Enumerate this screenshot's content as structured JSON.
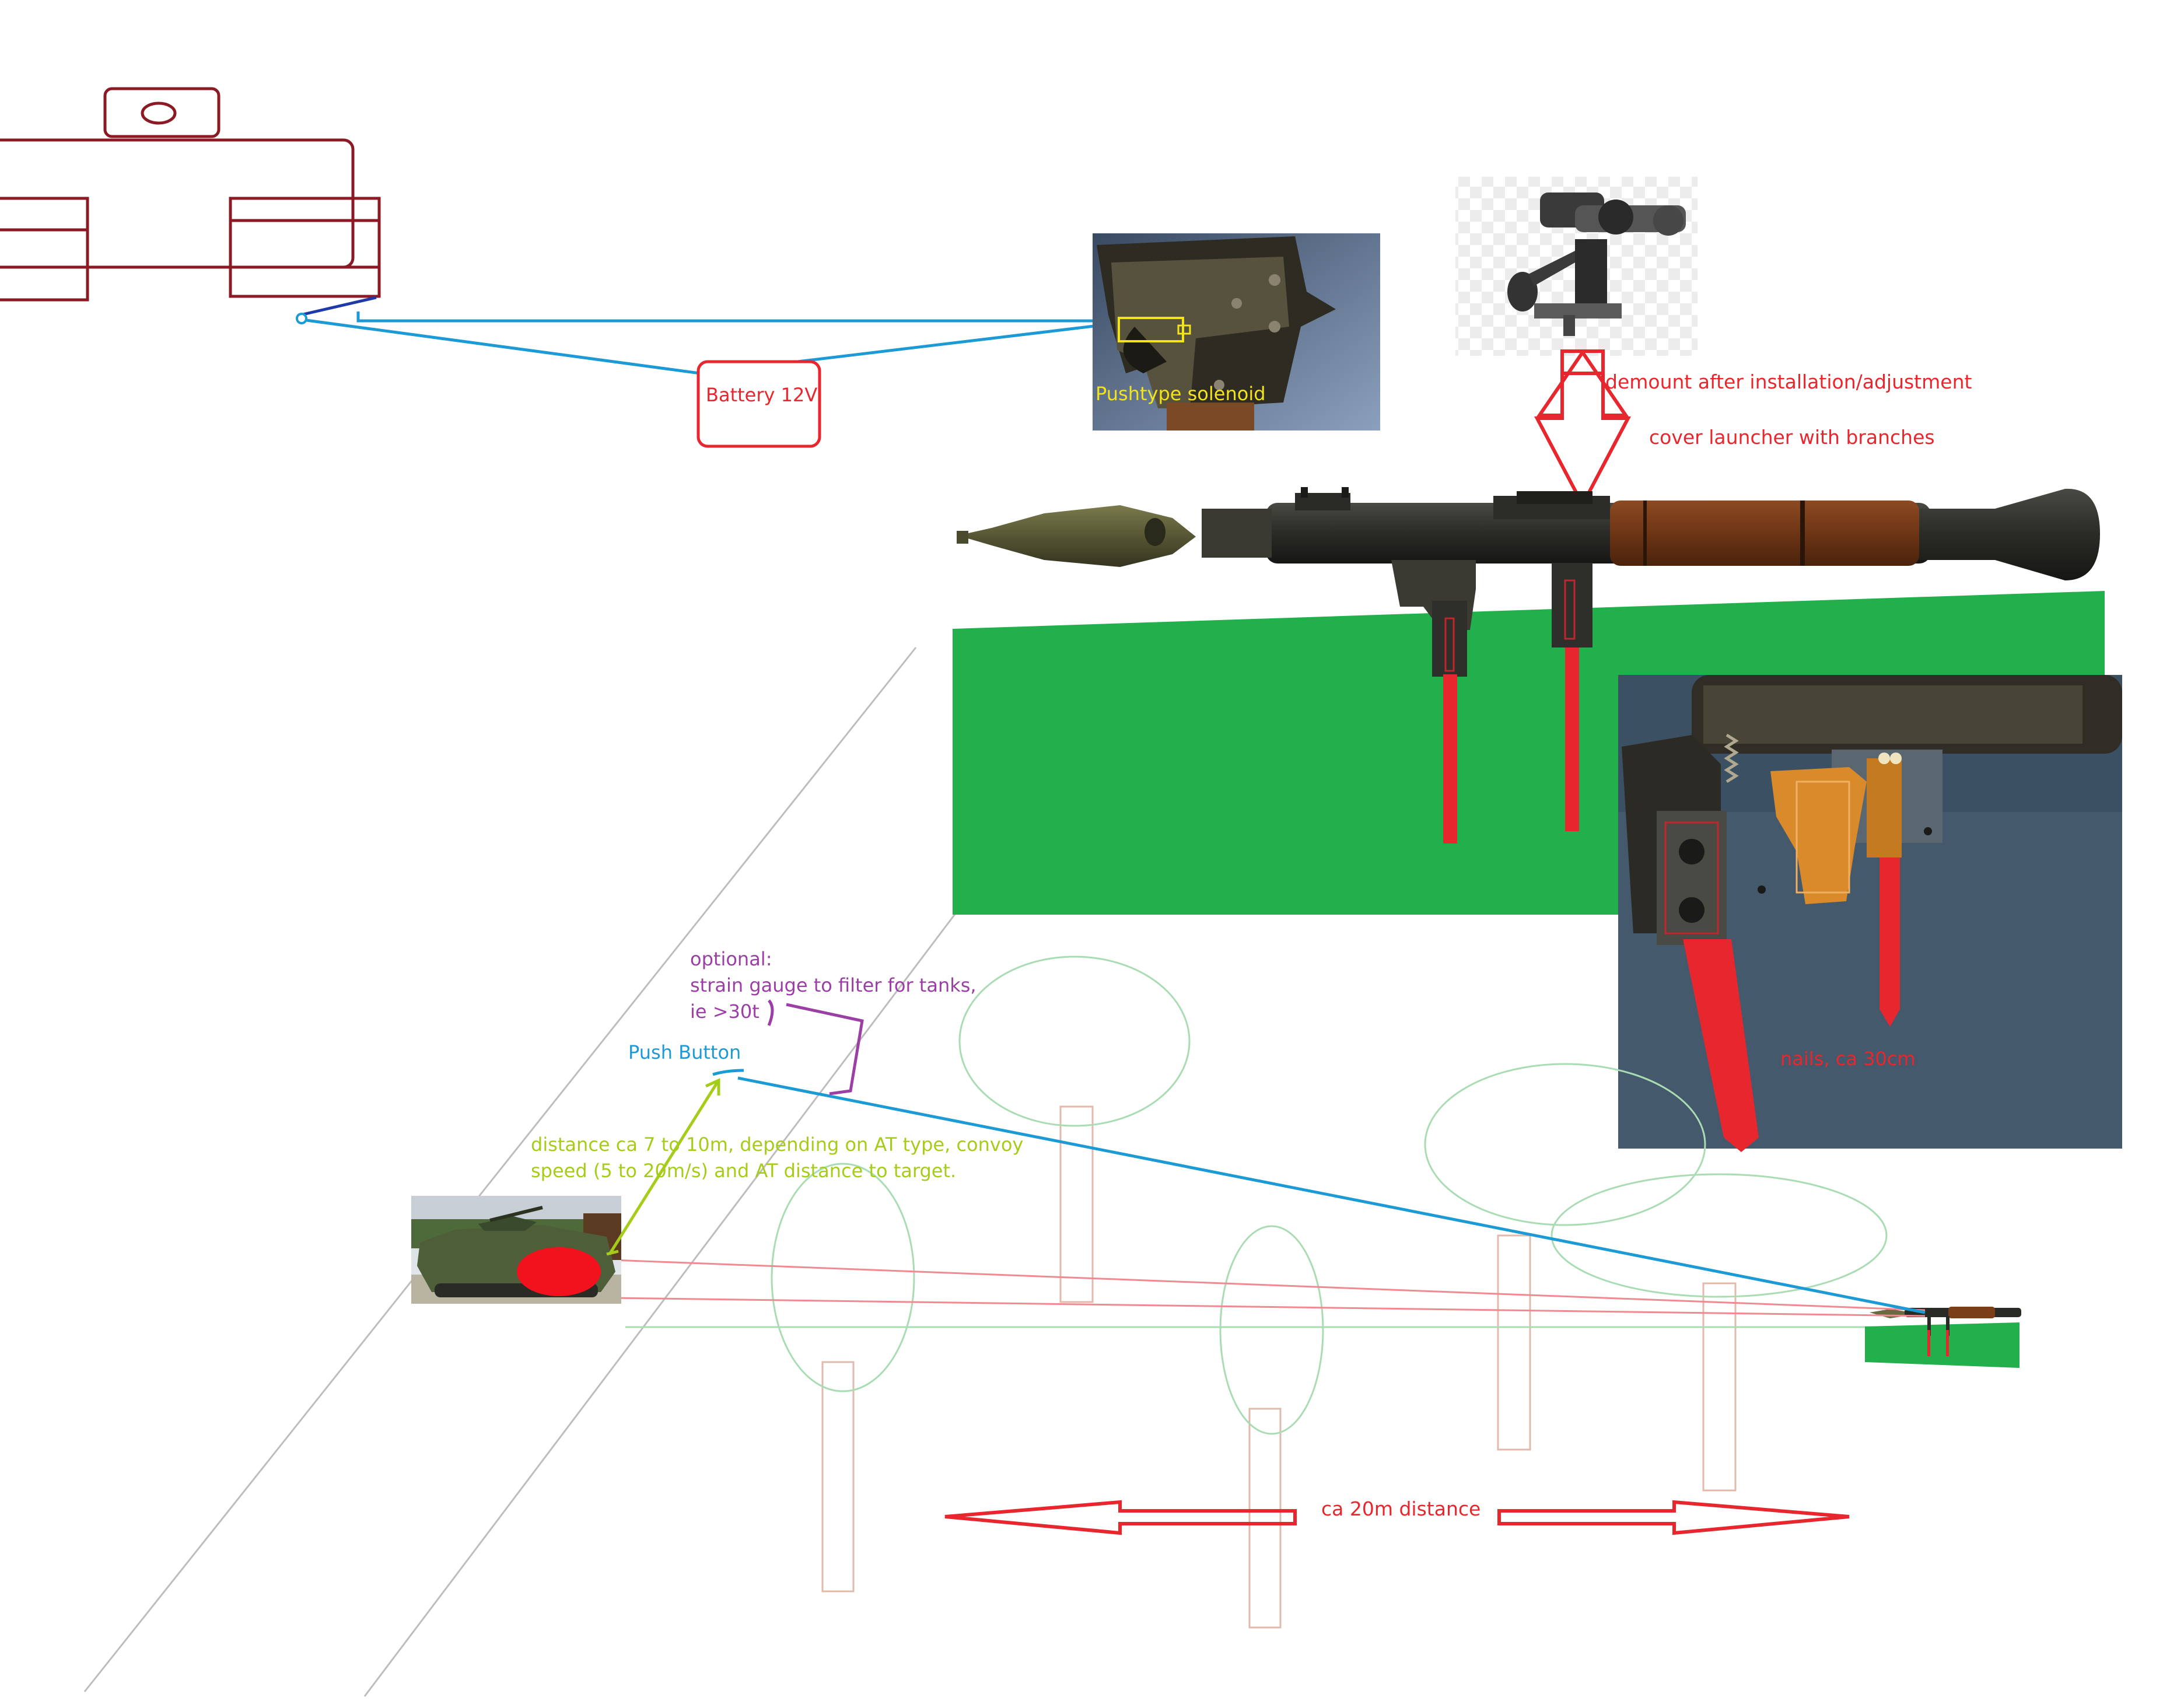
{
  "labels": {
    "battery": "Battery 12V",
    "solenoid": "Pushtype solenoid",
    "demount": "demount after installation/adjustment",
    "cover": "cover launcher with branches",
    "nails": "nails, ca 30cm",
    "optional_1": "optional:",
    "optional_2": "strain gauge to filter for tanks,",
    "optional_3": "ie >30t",
    "push_button": "Push Button",
    "distance_1": "distance ca 7 to 10m, depending on AT type, convoy",
    "distance_2": "speed (5 to 20m/s) and AT distance to target.",
    "range": "ca 20m distance"
  },
  "colors": {
    "red": "#e8262e",
    "dark_red": "#8b1a24",
    "blue": "#1b9ad6",
    "yellow": "#f2e31a",
    "purple": "#9b3fa6",
    "lime": "#a6cc1a",
    "green_fill": "#22b04c",
    "tree_green": "#a9dcb2",
    "trunk": "#e2b9ab",
    "road": "#bdbdbd",
    "panel_bg": "#44596b"
  }
}
